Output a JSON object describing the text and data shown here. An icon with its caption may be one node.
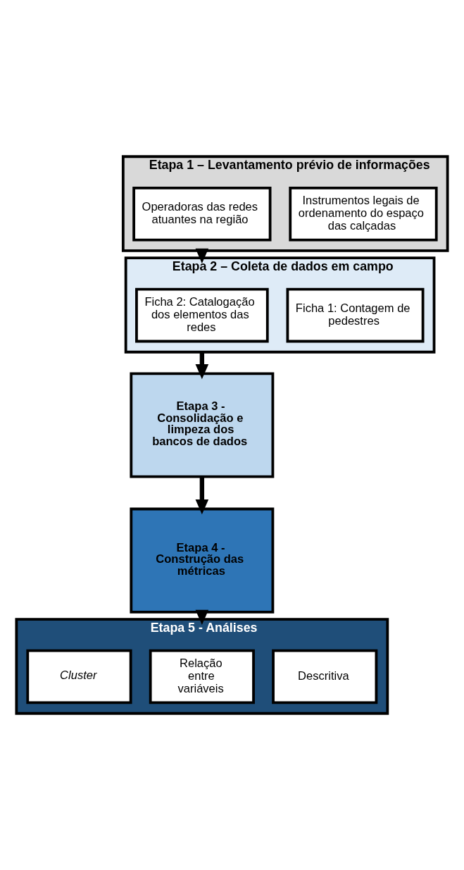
{
  "diagram": {
    "nodes": [
      {
        "text": [
          "Etapa 1 – Levantamento prévio de informações"
        ]
      },
      {
        "text": [
          "Instrumentos legais de ordenamento do espaço das calçadas"
        ],
        "in": 0
      },
      {
        "text": [
          "Operadoras das redes atuantes na região"
        ],
        "in": 0
      },
      {
        "text": [
          "Etapa 2 – Coleta de dados em campo"
        ]
      },
      {
        "text": [
          "Ficha 1: Contagem de pedestres"
        ],
        "in": 3
      },
      {
        "text": [
          "Ficha 2: Catalogação dos elementos das redes"
        ],
        "in": 3
      },
      {
        "text": [
          "Etapa 3 - Consolidação e limpeza dos bancos de dados"
        ]
      },
      {
        "text": [
          "Etapa 4 - Construção das métricas"
        ]
      },
      {
        "text": [
          "Etapa 5 - Análises"
        ]
      },
      {
        "text": [
          "Descritiva"
        ],
        "in": 8
      },
      {
        "text": [
          "Relação entre variáveis"
        ],
        "in": 8
      },
      {
        "text": [
          "Cluster"
        ],
        "in": 8
      }
    ],
    "edges": [
      {
        "from": 0,
        "to": 3,
        "arrow": "to"
      },
      {
        "from": 3,
        "to": 6,
        "arrow": "to"
      },
      {
        "from": 6,
        "to": 7,
        "arrow": "to"
      },
      {
        "from": 7,
        "to": 8,
        "arrow": "to"
      }
    ]
  }
}
